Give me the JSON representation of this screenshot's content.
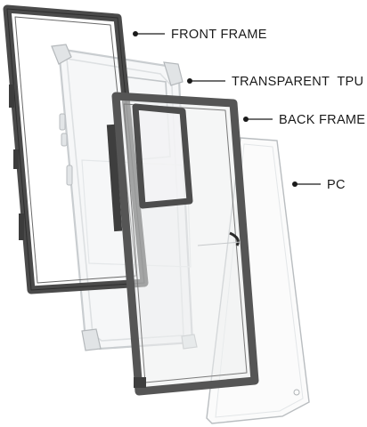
{
  "diagram": {
    "colors": {
      "front_frame": "#4a4a4a",
      "back_frame": "#555555",
      "tpu": "#d7dadc",
      "pc_edge": "#bfc3c6",
      "leader": "#1a1a1a",
      "label": "#1a1a1a"
    },
    "parts": [
      {
        "id": "front-frame",
        "label": "FRONT FRAME"
      },
      {
        "id": "transparent-tpu",
        "label": "TRANSPARENT  TPU"
      },
      {
        "id": "back-frame",
        "label": "BACK FRAME"
      },
      {
        "id": "pc",
        "label": "PC"
      }
    ]
  }
}
